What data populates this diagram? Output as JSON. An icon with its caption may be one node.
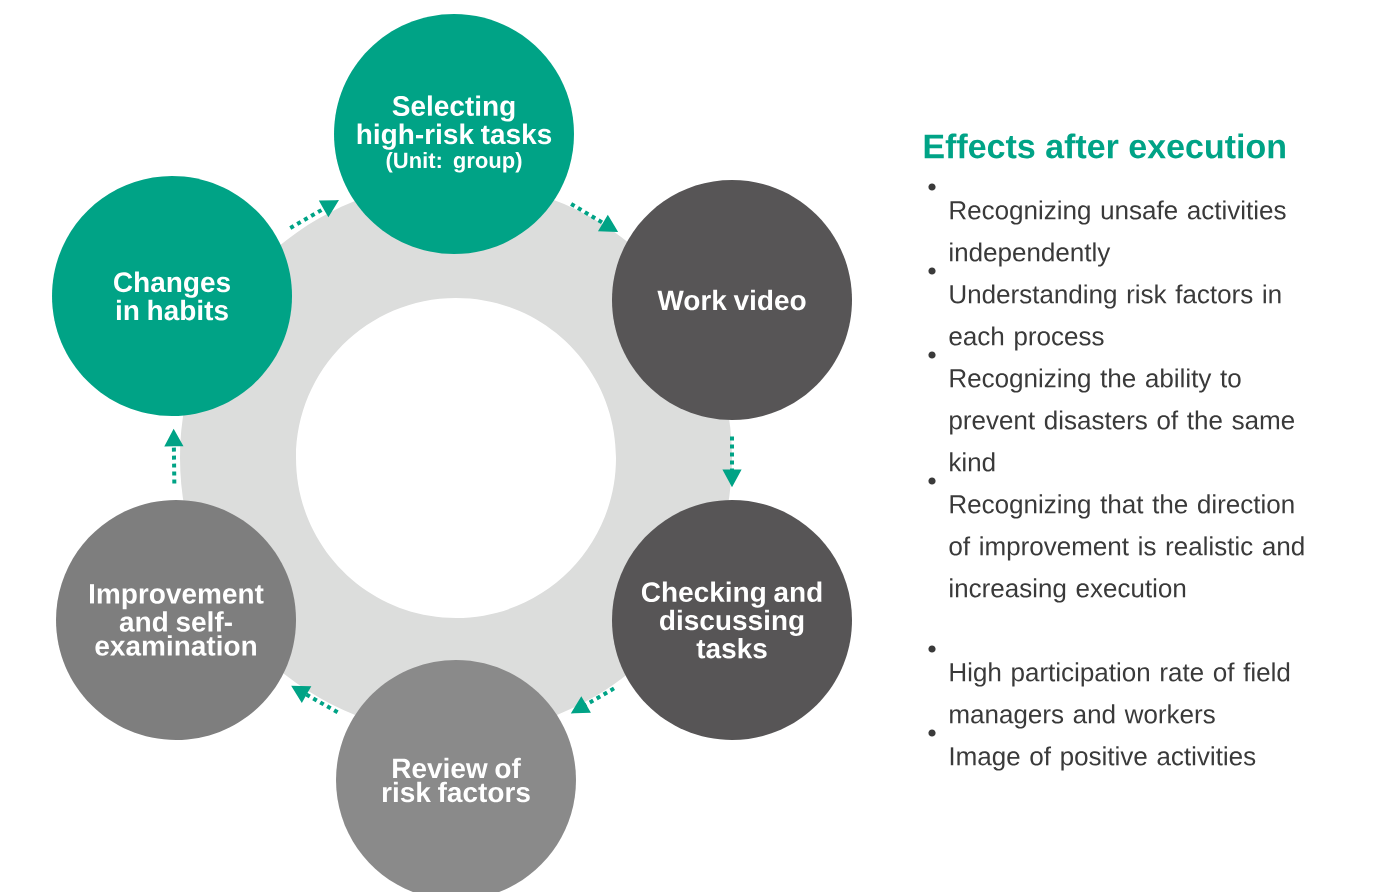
{
  "diagram": {
    "title": "Effects after execution",
    "nodes": [
      {
        "text": [
          "Selecting high-risk tasks",
          "(Unit: group)"
        ]
      },
      {
        "text": [
          "Work video"
        ]
      },
      {
        "text": [
          "Checking and discussing tasks"
        ]
      },
      {
        "text": [
          "Review of risk factors"
        ]
      },
      {
        "text": [
          "Improvement and self-examination"
        ]
      },
      {
        "text": [
          "Changes in habits"
        ]
      }
    ],
    "edges": [
      {
        "from": 0,
        "to": 1,
        "arrow": "to"
      },
      {
        "from": 1,
        "to": 2,
        "arrow": "to"
      },
      {
        "from": 2,
        "to": 3,
        "arrow": "to"
      },
      {
        "from": 3,
        "to": 4,
        "arrow": "to"
      },
      {
        "from": 4,
        "to": 5,
        "arrow": "to"
      },
      {
        "from": 5,
        "to": 0,
        "arrow": "to"
      }
    ],
    "labels": [
      "Recognizing unsafe activities independently",
      "Understanding risk factors in each process",
      "Recognizing the ability to prevent disasters of the same kind",
      "Recognizing that the direction of improvement is realistic and increasing execution",
      "High participation rate of field managers and workers",
      "Image of positive activities"
    ]
  }
}
